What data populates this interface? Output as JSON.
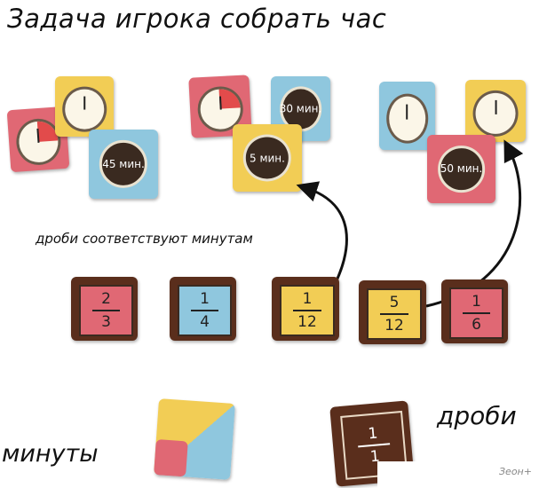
{
  "title": "Задача игрока собрать час",
  "caption": "дроби соответствуют минутам",
  "groups": [
    {
      "minutes_card": "45 мин."
    },
    {
      "minutes_card": "30 мин.",
      "second_card": "5 мин."
    },
    {
      "minutes_card": "50 мин."
    }
  ],
  "fractions": [
    {
      "num": "2",
      "den": "3",
      "color": "#e06874"
    },
    {
      "num": "1",
      "den": "4",
      "color": "#8fc7de"
    },
    {
      "num": "1",
      "den": "12",
      "color": "#f2cd55"
    },
    {
      "num": "5",
      "den": "12",
      "color": "#f2cd55"
    },
    {
      "num": "1",
      "den": "6",
      "color": "#e06874"
    }
  ],
  "decks": {
    "minutes_label": "минуты",
    "fractions_label": "дроби",
    "deck_num": "1",
    "deck_den": "1"
  },
  "watermark": "Зеон+"
}
